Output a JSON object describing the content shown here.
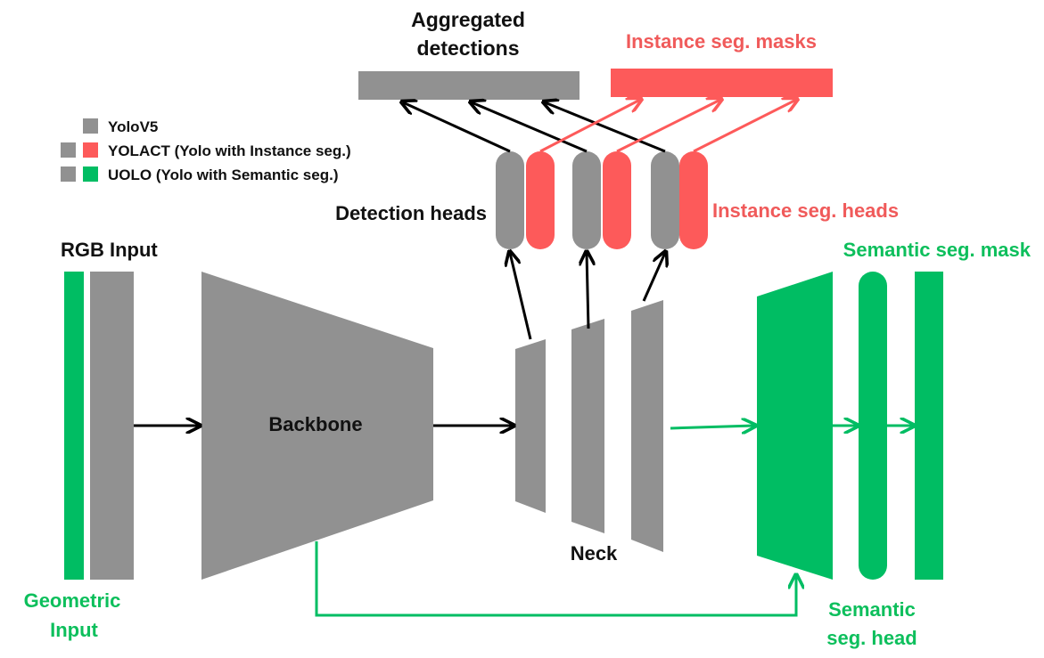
{
  "labels": {
    "aggregated_line1": "Aggregated",
    "aggregated_line2": "detections",
    "instance_masks": "Instance seg. masks",
    "detection_heads": "Detection heads",
    "instance_heads": "Instance seg. heads",
    "rgb_input": "RGB Input",
    "semantic_mask": "Semantic seg. mask",
    "backbone": "Backbone",
    "neck": "Neck",
    "geometric_line1": "Geometric",
    "geometric_line2": "Input",
    "semantic_head_line1": "Semantic",
    "semantic_head_line2": "seg. head"
  },
  "legend": [
    {
      "label": "YoloV5",
      "swatches": [
        "gray"
      ]
    },
    {
      "label": "YOLACT (Yolo with Instance seg.)",
      "swatches": [
        "gray",
        "red"
      ]
    },
    {
      "label": "UOLO (Yolo with Semantic seg.)",
      "swatches": [
        "gray",
        "green"
      ]
    }
  ],
  "colors": {
    "gray": "#919191",
    "red": "#fd5a5a",
    "green": "#00bd63",
    "black": "#000000"
  }
}
